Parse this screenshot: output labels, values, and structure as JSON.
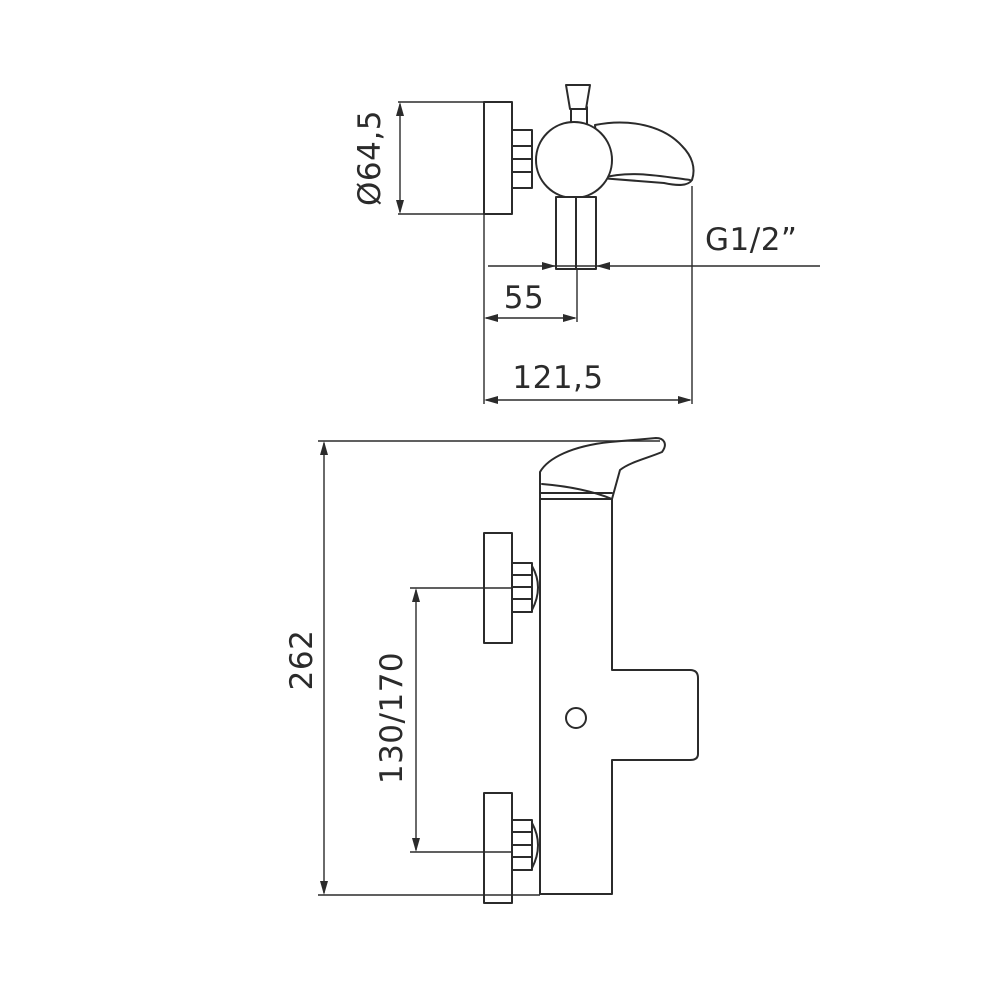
{
  "dimensions": {
    "diameter": "Ø64,5",
    "thread": "G1/2”",
    "depth_short": "55",
    "depth_total": "121,5",
    "height_total": "262",
    "center_distance": "130/170"
  }
}
